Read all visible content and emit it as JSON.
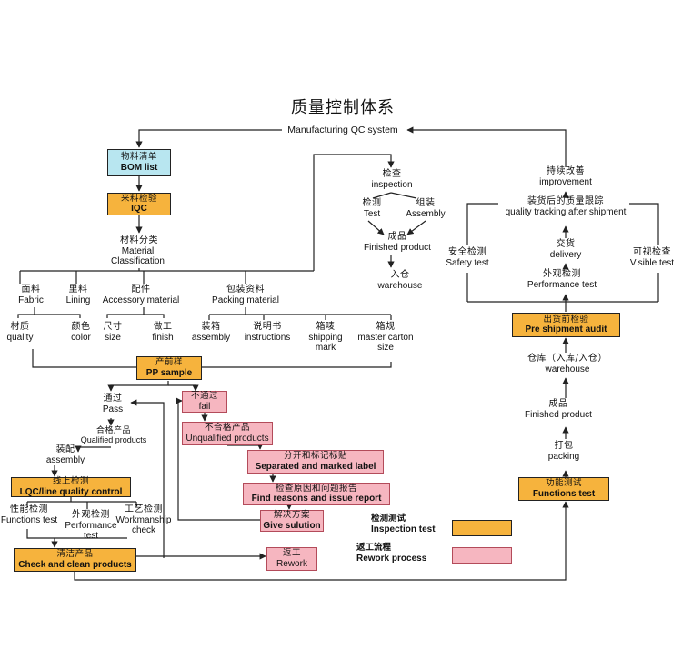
{
  "title": "质量控制体系",
  "system": {
    "en": "Manufacturing QC system"
  },
  "boxes": {
    "bom": {
      "zh": "物料清单",
      "en": "BOM list"
    },
    "iqc": {
      "zh": "来料检验",
      "en": "IQC"
    },
    "pp_sample": {
      "zh": "产前样",
      "en": "PP sample"
    },
    "fail": {
      "zh": "不通过",
      "en": "fail"
    },
    "unqualified": {
      "zh": "不合格产品",
      "en": "Unqualified products"
    },
    "separated": {
      "zh": "分开和标记标贴",
      "en": "Separated and marked label"
    },
    "find_reasons": {
      "zh": "检查原因和问题报告",
      "en": "Find reasons and issue report"
    },
    "give_solution": {
      "zh": "解决方案",
      "en": "Give sulution"
    },
    "rework": {
      "zh": "返工",
      "en": "Rework"
    },
    "lqc": {
      "zh": "线上检测",
      "en": "LQC/line quality control"
    },
    "check_clean": {
      "zh": "清洁产品",
      "en": "Check and clean products"
    },
    "pre_shipment": {
      "zh": "出货前检验",
      "en": "Pre shipment audit"
    },
    "functions_test": {
      "zh": "功能测试",
      "en": "Functions test"
    }
  },
  "labels": {
    "material_classification": {
      "zh": "材料分类",
      "en": "Material Classification"
    },
    "fabric": {
      "zh": "面料",
      "en": "Fabric"
    },
    "lining": {
      "zh": "里料",
      "en": "Lining"
    },
    "accessory": {
      "zh": "配件",
      "en": "Accessory material"
    },
    "packing_material": {
      "zh": "包装资料",
      "en": "Packing material"
    },
    "quality": {
      "zh": "材质",
      "en": "quality"
    },
    "color": {
      "zh": "颜色",
      "en": "color"
    },
    "size": {
      "zh": "尺寸",
      "en": "size"
    },
    "finish": {
      "zh": "做工",
      "en": "finish"
    },
    "assembly_pack": {
      "zh": "装箱",
      "en": "assembly"
    },
    "instructions": {
      "zh": "说明书",
      "en": "instructions"
    },
    "shipping_mark": {
      "zh": "箱唛",
      "en": "shipping mark"
    },
    "master_carton": {
      "zh": "箱规",
      "en": "master carton size"
    },
    "inspection": {
      "zh": "检查",
      "en": "inspection"
    },
    "test": {
      "zh": "检测",
      "en": "Test"
    },
    "assembly_insp": {
      "zh": "组装",
      "en": "Assembly"
    },
    "finished_product_mid": {
      "zh": "成品",
      "en": "Finished product"
    },
    "warehouse_mid": {
      "zh": "入仓",
      "en": "warehouse"
    },
    "improvement": {
      "zh": "持续改善",
      "en": "improvement"
    },
    "quality_tracking": {
      "zh": "装货后的质量跟踪",
      "en": "quality tracking after shipment"
    },
    "safety_test": {
      "zh": "安全检测",
      "en": "Safety test"
    },
    "delivery": {
      "zh": "交货",
      "en": "delivery"
    },
    "visible_test": {
      "zh": "可视检查",
      "en": "Visible test"
    },
    "performance_test_right": {
      "zh": "外观检测",
      "en": "Performance test"
    },
    "warehouse_right": {
      "zh": "仓库（入库/入仓）",
      "en": "warehouse"
    },
    "finished_product_right": {
      "zh": "成品",
      "en": "Finished product"
    },
    "packing": {
      "zh": "打包",
      "en": "packing"
    },
    "pass": {
      "zh": "通过",
      "en": "Pass"
    },
    "qualified": {
      "zh": "合格产品",
      "en": "Qualified products"
    },
    "assembly_left": {
      "zh": "装配",
      "en": "assembly"
    },
    "functions_test_left": {
      "zh": "性能检测",
      "en": "Functions test"
    },
    "performance_test_left": {
      "zh": "外观检测",
      "en": "Performance test"
    },
    "workmanship": {
      "zh": "工艺检测",
      "en": "Workmanship check"
    }
  },
  "legend": {
    "inspection": {
      "zh": "检测测试",
      "en": "Inspection test",
      "color": "#f6b33d"
    },
    "rework": {
      "zh": "返工流程",
      "en": "Rework process",
      "color": "#f6b6c0"
    }
  },
  "colors": {
    "blue_box": "#b8e6f0",
    "orange_box": "#f6b33d",
    "pink_box": "#f6b6c0",
    "line": "#222222"
  }
}
